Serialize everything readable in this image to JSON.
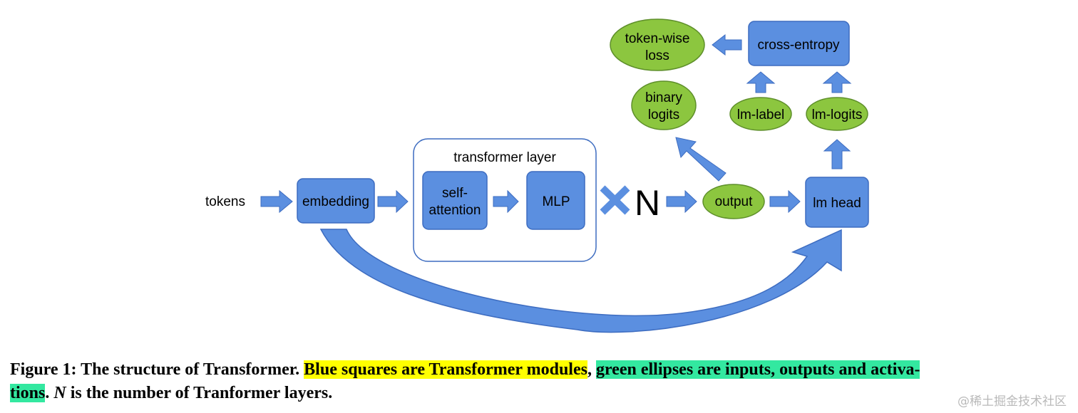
{
  "diagram": {
    "colors": {
      "module_fill": "#5b8fe0",
      "module_stroke": "#3d6cc0",
      "ellipse_fill": "#8cc63f",
      "ellipse_stroke": "#5e8f2a",
      "arrow": "#5b8fe0"
    },
    "labels": {
      "tokens": "tokens",
      "embedding": "embedding",
      "transformer_layer": "transformer layer",
      "self_attention_line1": "self-",
      "self_attention_line2": "attention",
      "mlp": "MLP",
      "times_n": "N",
      "output": "output",
      "lm_head": "lm head",
      "binary_logits_line1": "binary",
      "binary_logits_line2": "logits",
      "lm_label": "lm-label",
      "lm_logits": "lm-logits",
      "cross_entropy": "cross-entropy",
      "token_wise_loss_line1": "token-wise",
      "token_wise_loss_line2": "loss"
    }
  },
  "caption": {
    "prefix": "Figure 1: The structure of Transformer. ",
    "highlight_blue": "Blue squares are Transformer modules",
    "separator": ", ",
    "highlight_green_1": "green ellipses are inputs, outputs and activa-",
    "highlight_green_2": "tions",
    "after_highlight": ". ",
    "n_symbol": "N",
    "suffix": " is the number of Tranformer layers."
  },
  "watermark": "@稀土掘金技术社区"
}
